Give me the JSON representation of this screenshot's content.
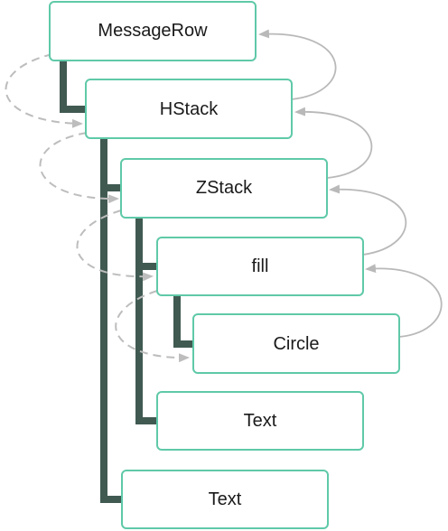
{
  "diagram": {
    "nodes": [
      {
        "id": "messagerow",
        "label": "MessageRow"
      },
      {
        "id": "hstack",
        "label": "HStack"
      },
      {
        "id": "zstack",
        "label": "ZStack"
      },
      {
        "id": "fill",
        "label": "fill"
      },
      {
        "id": "circle",
        "label": "Circle"
      },
      {
        "id": "text-inner",
        "label": "Text"
      },
      {
        "id": "text-outer",
        "label": "Text"
      }
    ],
    "colors": {
      "node_border": "#5fc9a8",
      "tree_line": "#405a52",
      "arrow_up": "#b9b9b9",
      "arrow_down_dashed": "#bdbdbd"
    }
  }
}
